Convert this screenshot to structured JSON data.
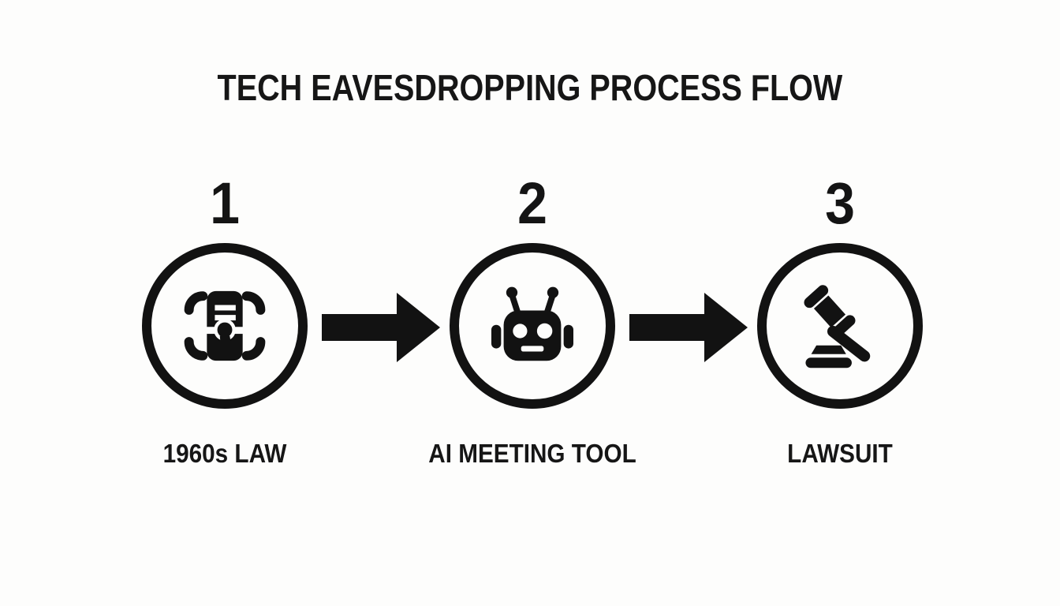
{
  "title": "TECH EAVESDROPPING PROCESS FLOW",
  "colors": {
    "background": "#fdfdfc",
    "ink": "#121212"
  },
  "steps": [
    {
      "number": "1",
      "icon": "law-scroll-icon",
      "label": "1960s LAW"
    },
    {
      "number": "2",
      "icon": "robot-icon",
      "label": "AI MEETING TOOL"
    },
    {
      "number": "3",
      "icon": "gavel-icon",
      "label": "LAWSUIT"
    }
  ],
  "connectors": [
    {
      "icon": "arrow-right-icon",
      "direction": "right"
    },
    {
      "icon": "arrow-right-icon",
      "direction": "right"
    }
  ]
}
